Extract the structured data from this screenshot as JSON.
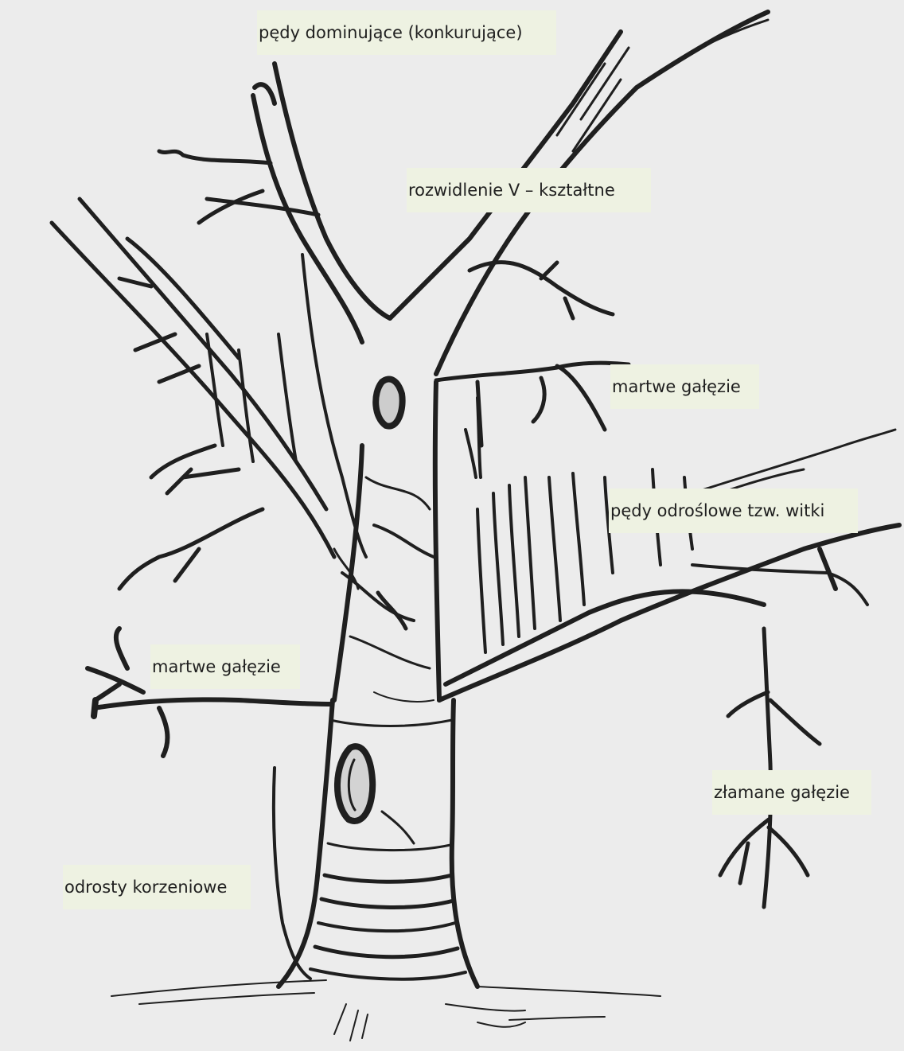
{
  "labels": {
    "dominant_shoots": "pędy dominujące (konkurujące)",
    "v_fork": "rozwidlenie V – kształtne",
    "dead_branches_upper": "martwe gałęzie",
    "water_sprouts": "pędy odroślowe tzw. witki",
    "dead_branches_lower": "martwe gałęzie",
    "broken_branches": "złamane gałęzie",
    "root_suckers": "odrosty korzeniowe"
  },
  "colors": {
    "background": "#ececec",
    "label_background": "#eef2e2",
    "ink": "#1f1f1f"
  }
}
